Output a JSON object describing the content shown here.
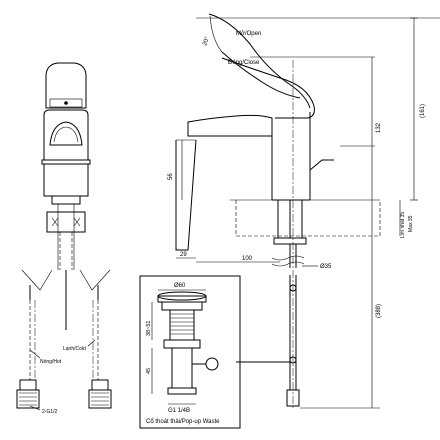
{
  "labels": {
    "open": "Mở/Open",
    "close": "Đóng/Close",
    "angle": "20°",
    "hot": "Nóng/Hot",
    "cold": "Lạnh/Cold",
    "thread": "2-G1/2",
    "waste_caption": "Cổ thoát thải/Pop-up Waste",
    "lim_thick": "Lim nhất 35",
    "max": "Max 35"
  },
  "dimensions": {
    "d161": "(161)",
    "d132": "132",
    "d388": "(388)",
    "d56": "56",
    "d29": "29",
    "d100": "100",
    "d35": "Ø35",
    "d60": "Ø60",
    "d38_51": "38~51",
    "d45": "45",
    "g114": "G1 1/4B"
  }
}
